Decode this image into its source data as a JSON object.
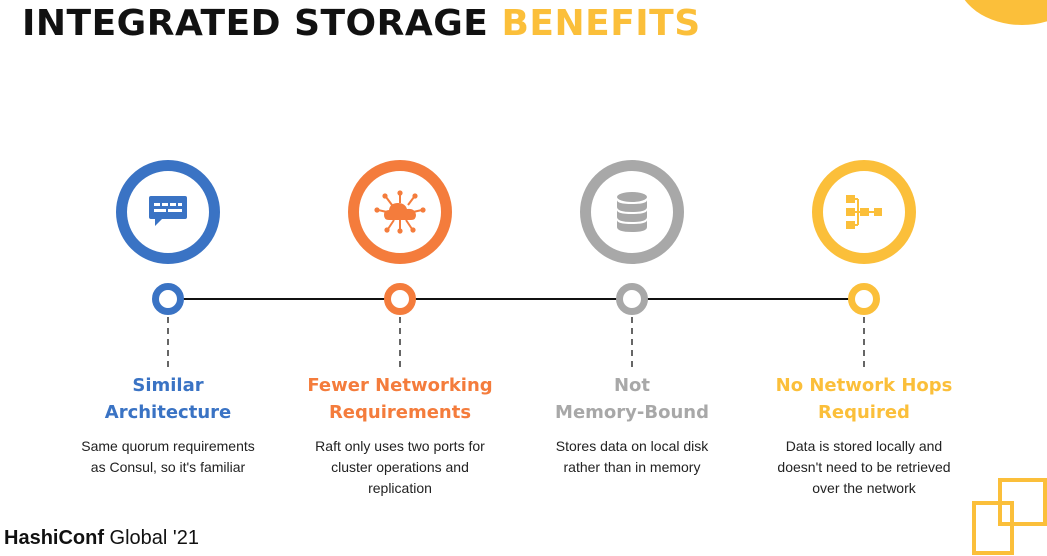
{
  "title": {
    "main": "INTEGRATED STORAGE",
    "accent": "BENEFITS"
  },
  "colors": {
    "blue": "#3a73c4",
    "orange": "#f47c3c",
    "gray": "#a8a8a8",
    "yellow": "#fbbf3a",
    "text": "#111111"
  },
  "benefits": [
    {
      "icon": "chat-bubble-icon",
      "color": "blue",
      "heading_line1": "Similar",
      "heading_line2": "Architecture",
      "desc_line1": "Same quorum requirements",
      "desc_line2": "as Consul, so it's familiar",
      "desc_line3": ""
    },
    {
      "icon": "cloud-network-icon",
      "color": "orange",
      "heading_line1": "Fewer Networking",
      "heading_line2": "Requirements",
      "desc_line1": "Raft only uses two ports for",
      "desc_line2": "cluster operations and",
      "desc_line3": "replication"
    },
    {
      "icon": "database-icon",
      "color": "gray",
      "heading_line1": "Not",
      "heading_line2": "Memory-Bound",
      "desc_line1": "Stores data on local disk",
      "desc_line2": "rather than in memory",
      "desc_line3": ""
    },
    {
      "icon": "hierarchy-icon",
      "color": "yellow",
      "heading_line1": "No Network Hops",
      "heading_line2": "Required",
      "desc_line1": "Data is stored locally and",
      "desc_line2": "doesn't need to be retrieved",
      "desc_line3": "over the network"
    }
  ],
  "footer": {
    "brand_bold": "HashiConf",
    "brand_rest": " Global '21"
  }
}
